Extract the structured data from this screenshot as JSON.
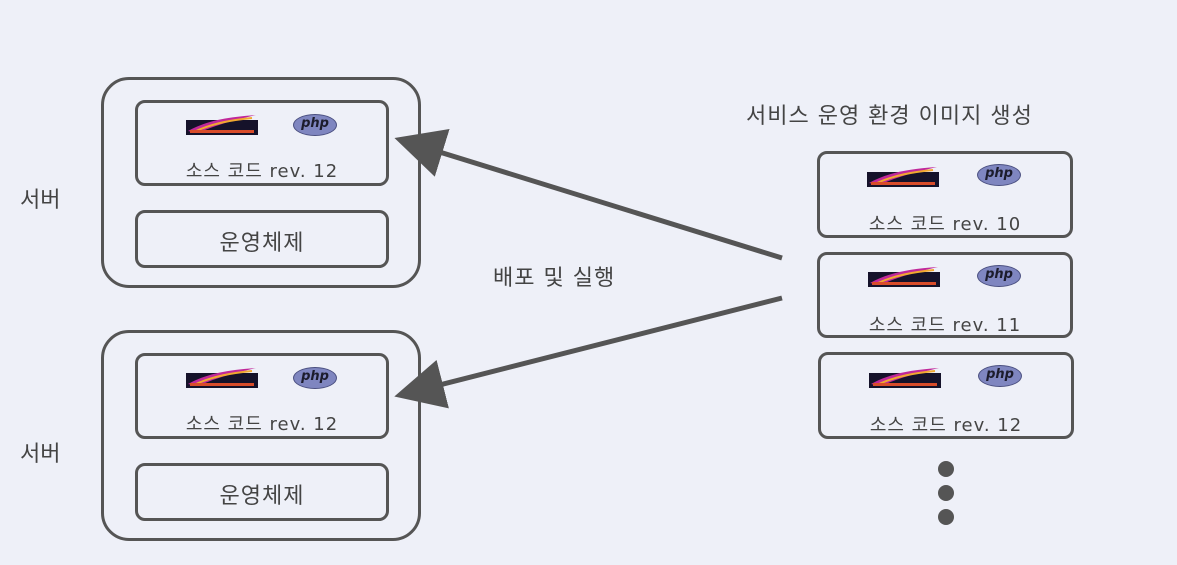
{
  "server_label": "서버",
  "deploy_caption": "배포 및 실행",
  "image_title": "서비스 운영 환경 이미지 생성",
  "os_label": "운영체제",
  "servers": [
    {
      "source_label": "소스 코드 rev. 12"
    },
    {
      "source_label": "소스 코드 rev. 12"
    }
  ],
  "images": [
    {
      "source_label": "소스 코드 rev. 10"
    },
    {
      "source_label": "소스 코드 rev. 11"
    },
    {
      "source_label": "소스 코드 rev. 12"
    }
  ],
  "icons": {
    "apache": "apache-logo",
    "php": "php-logo",
    "php_text": "php"
  },
  "colors": {
    "background": "#eef0f8",
    "stroke": "#555555",
    "php_fill": "#7f86c0"
  }
}
